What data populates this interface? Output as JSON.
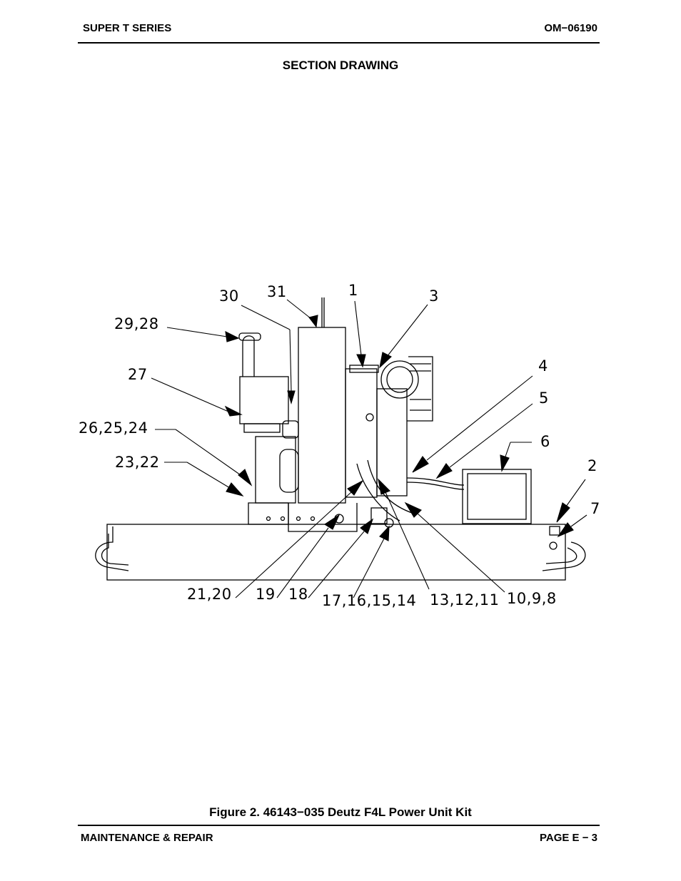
{
  "header": {
    "left": "SUPER T SERIES",
    "right": "OM−06190"
  },
  "title": "SECTION DRAWING",
  "drawing": {
    "callouts": [
      "30",
      "31",
      "1",
      "3",
      "29,28",
      "27",
      "26,25,24",
      "23,22",
      "4",
      "5",
      "6",
      "2",
      "7",
      "21,20",
      "19",
      "18",
      "17,16,15,14",
      "13,12,11",
      "10,9,8"
    ]
  },
  "caption": "Figure 2.  46143−035 Deutz F4L Power Unit Kit",
  "footer": {
    "left": "MAINTENANCE & REPAIR",
    "right": "PAGE E − 3"
  }
}
